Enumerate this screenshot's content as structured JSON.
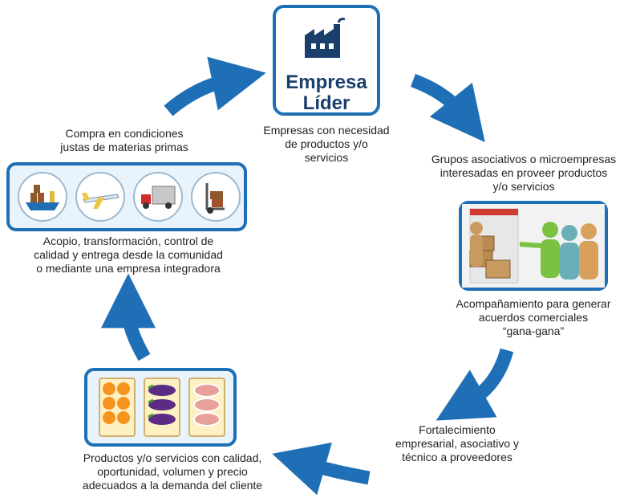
{
  "colors": {
    "arrow": "#1f6fb6",
    "frame": "#1f6fb6",
    "leader_text": "#1b3f6d",
    "body_text": "#231f20"
  },
  "center": {
    "logo_icon": "factory-icon",
    "title_line1": "Empresa",
    "title_line2": "Líder",
    "caption_line1": "Empresas con necesidad",
    "caption_line2": "de productos y/o",
    "caption_line3": "servicios"
  },
  "right_top": {
    "caption_line1": "Grupos asociativos o microempresas",
    "caption_line2": "interesadas en proveer productos",
    "caption_line3": "y/o servicios"
  },
  "right_middle": {
    "image": "people-with-boxes-illustration",
    "caption_line1": "Acompañamiento para generar",
    "caption_line2": "acuerdos comerciales",
    "caption_line3": "“gana-gana”"
  },
  "right_bottom": {
    "caption_line1": "Fortalecimiento",
    "caption_line2": "empresarial, asociativo y",
    "caption_line3": "técnico a proveedores"
  },
  "bottom_left": {
    "icons": [
      "oranges-tray-icon",
      "eggplant-tray-icon",
      "meat-tray-icon"
    ],
    "caption_line1": "Productos y/o servicios con calidad,",
    "caption_line2": "oportunidad, volumen y precio",
    "caption_line3": "adecuados a la demanda del cliente"
  },
  "left_middle": {
    "icons": [
      "ship-icon",
      "airplane-icon",
      "truck-icon",
      "hand-truck-icon"
    ],
    "caption_line1": "Acopio, transformación, control de",
    "caption_line2": "calidad y entrega desde la comunidad",
    "caption_line3": "o mediante una empresa integradora"
  },
  "left_top": {
    "caption_line1": "Compra en condiciones",
    "caption_line2": "justas de materias primas"
  }
}
